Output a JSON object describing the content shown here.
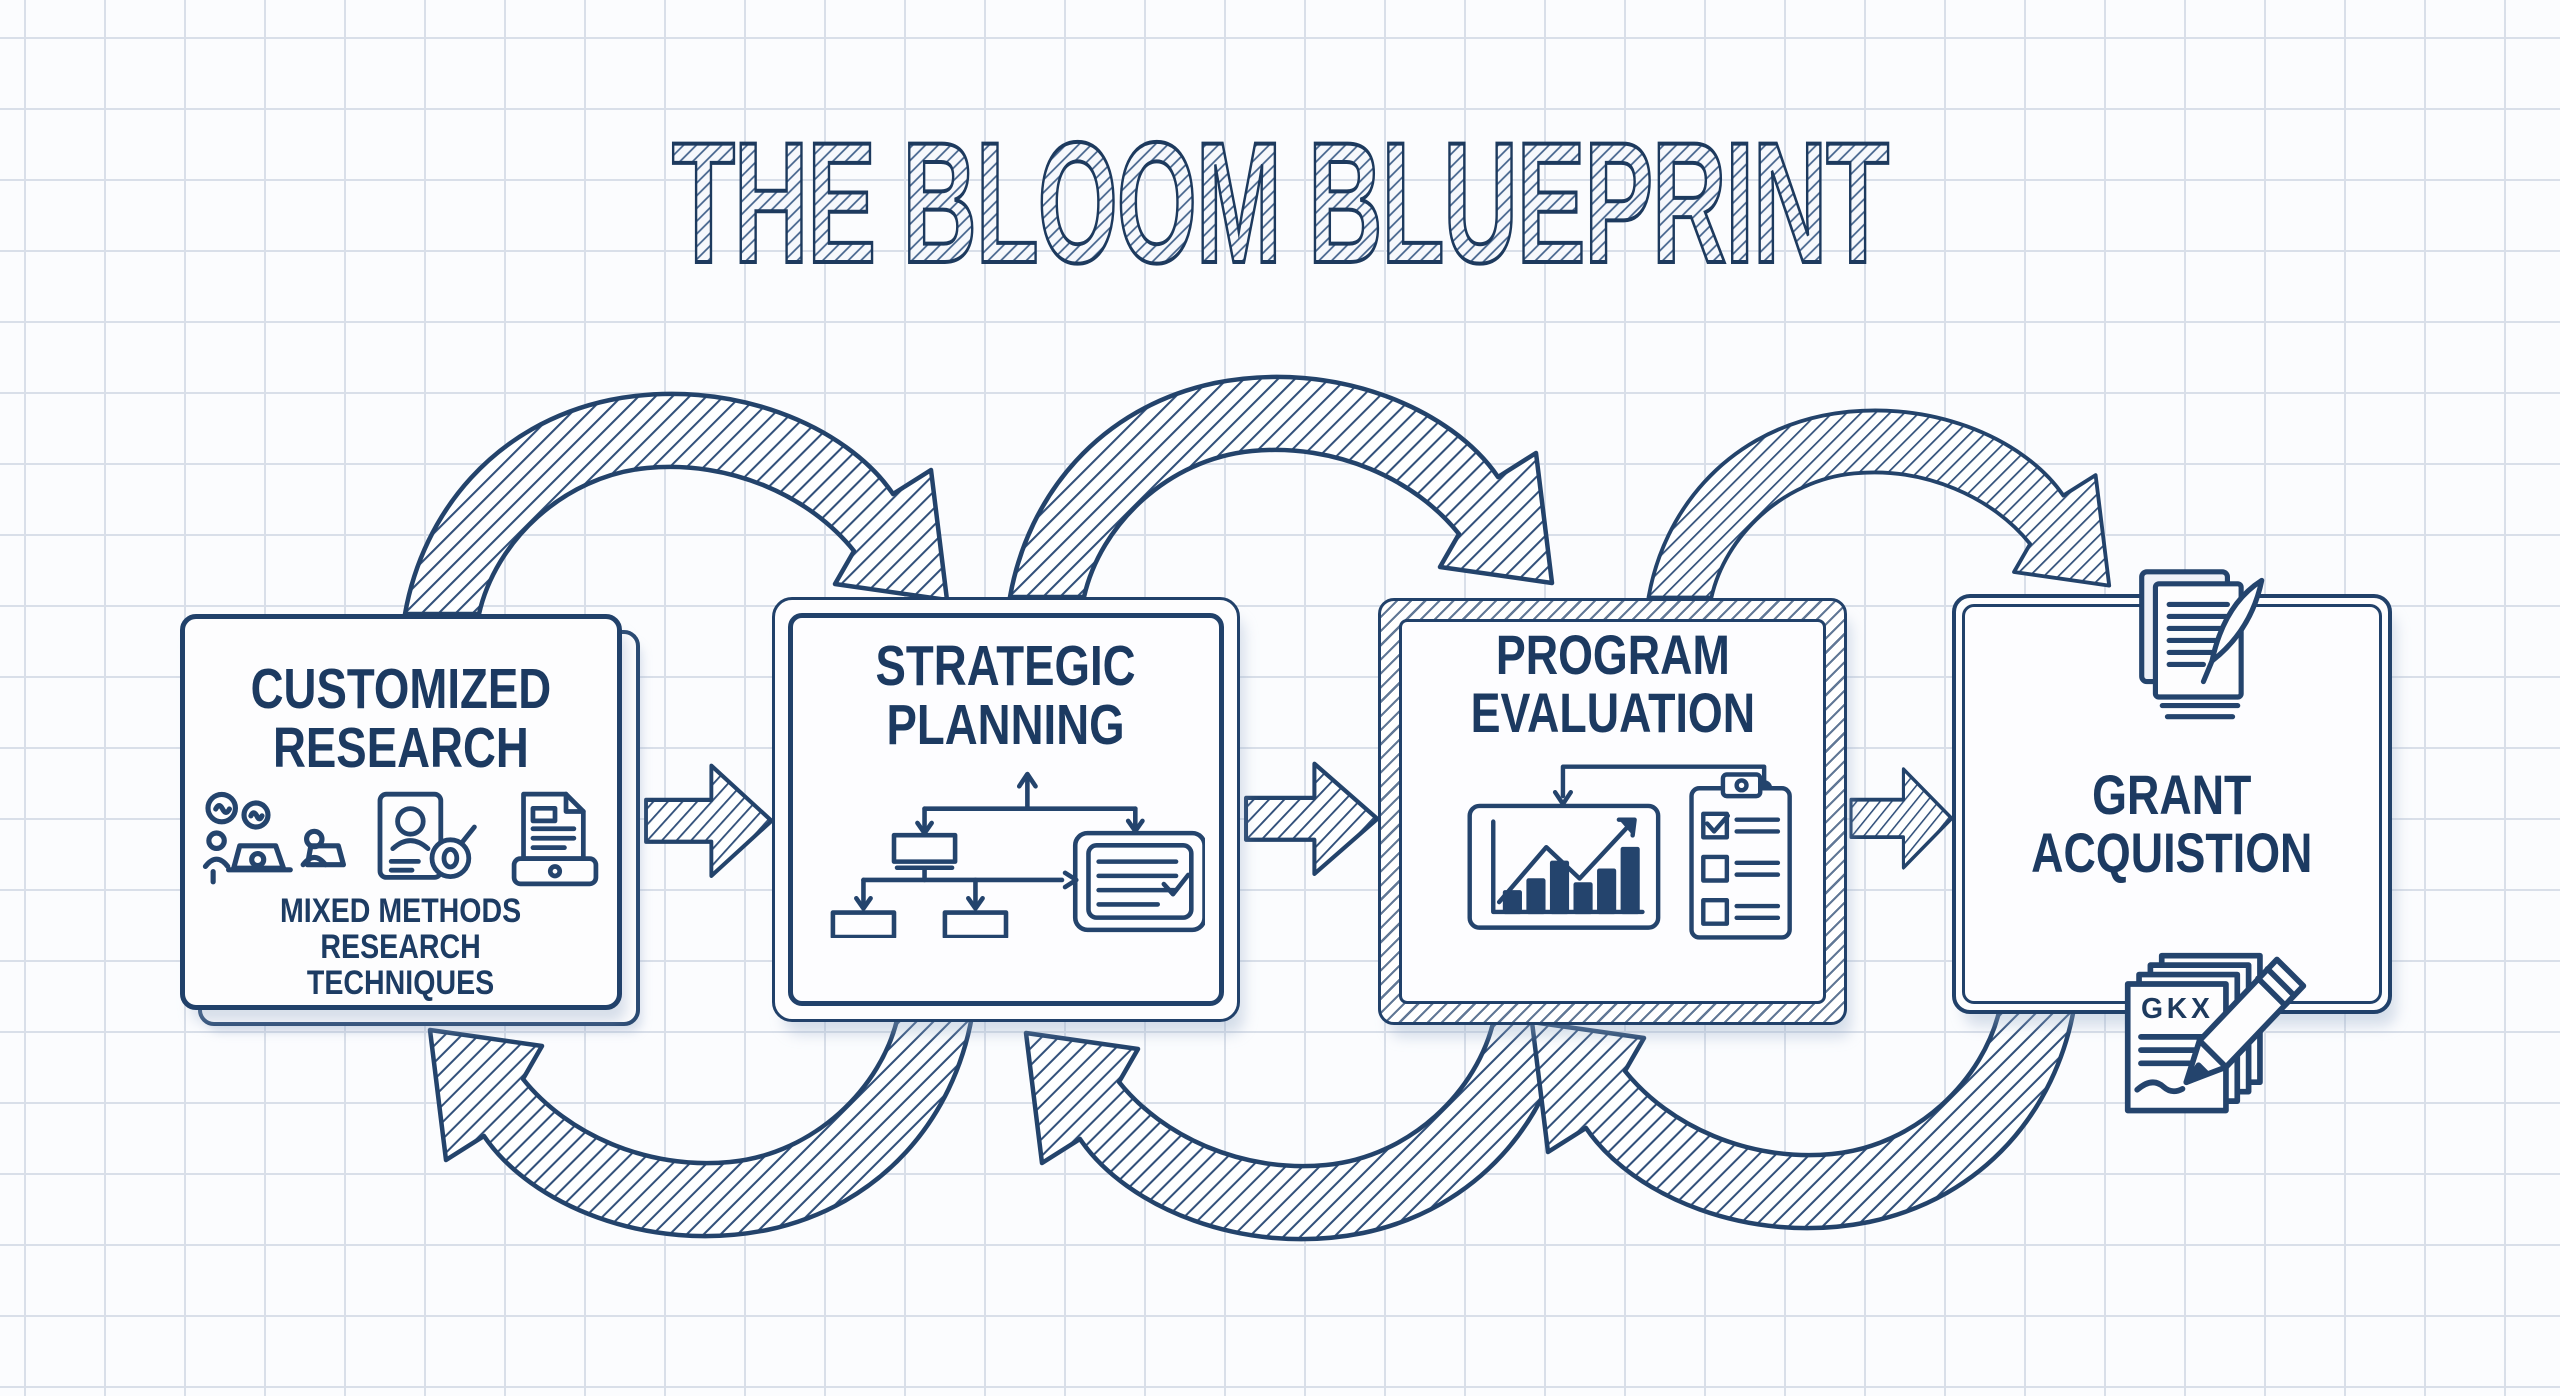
{
  "title": "THE BLOOM BLUEPRINT",
  "boxes": [
    {
      "name": "Customized Research",
      "line1": "CUSTOMIZED",
      "line2": "RESEARCH",
      "caption": [
        "MIXED METHODS",
        "RESEARCH",
        "TECHNIQUES"
      ]
    },
    {
      "name": "Strategic Planning",
      "line1": "STRATEGIC",
      "line2": "PLANNING"
    },
    {
      "name": "Program Evaluation",
      "line1": "PROGRAM",
      "line2": "EVALUATION"
    },
    {
      "name": "Grant Acquistion",
      "line1": "GRANT",
      "line2": "ACQUISTION",
      "paper_label": "GKX"
    }
  ],
  "icons": {
    "box1": [
      "survey-people-icon",
      "profile-magnifier-icon",
      "tablet-document-icon"
    ],
    "box2": [
      "org-chart-flow-icon",
      "task-card-icon"
    ],
    "box3": [
      "bar-chart-growth-icon",
      "checklist-clipboard-icon"
    ],
    "box4": [
      "document-quill-icon",
      "signed-papers-pencil-icon"
    ]
  },
  "arrows": {
    "top_cycle_count": 3,
    "bottom_cycle_count": 3,
    "straight_count": 3,
    "style": "hand-drawn hatched"
  },
  "colors": {
    "ink": "#1d3a5e",
    "hatch_line": "#31507a",
    "grid_line": "#d9dfe9",
    "paper": "#fbfcfe"
  }
}
